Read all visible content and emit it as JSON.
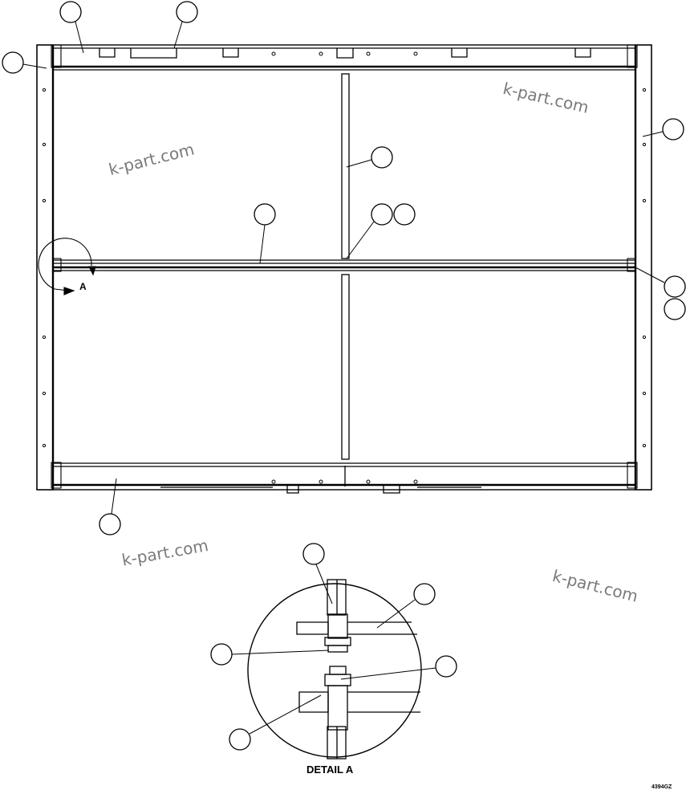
{
  "watermarks": [
    "k-part.com",
    "k-part.com",
    "k-part.com",
    "k-part.com"
  ],
  "view_label": "A",
  "detail_title": "DETAIL A",
  "figure_number": "4394GZ"
}
